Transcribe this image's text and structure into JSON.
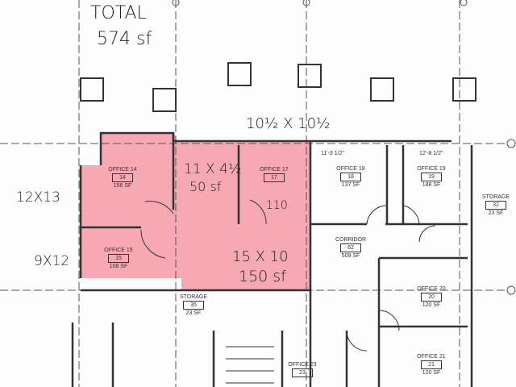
{
  "annotations": {
    "total_label": "TOTAL",
    "total_area": "574 sf",
    "dim_top": "10½ X 10½",
    "dim_middle": "11 X 4½",
    "area_middle": "50 sf",
    "office17_area": "110",
    "dim_bottom": "15 X 10",
    "area_bottom": "150 sf",
    "dim_office14": "12X13",
    "dim_office15": "9X12"
  },
  "rooms": [
    {
      "name": "OFFICE 14",
      "number": "14",
      "area": "156 SF"
    },
    {
      "name": "OFFICE 15",
      "number": "15",
      "area": "108 SF"
    },
    {
      "name": "OFFICE 17",
      "number": "17",
      "area": ""
    },
    {
      "name": "OFFICE 18",
      "number": "18",
      "area": "137 SF"
    },
    {
      "name": "OFFICE 19",
      "number": "19",
      "area": "188 SF"
    },
    {
      "name": "STORAGE",
      "number": "32",
      "area": "23 SF"
    },
    {
      "name": "CORRIDOR",
      "number": "62",
      "area": "509 SF"
    },
    {
      "name": "OFFICE 20",
      "number": "20",
      "area": "120 SF"
    },
    {
      "name": "OFFICE 21",
      "number": "21",
      "area": "120 SF"
    },
    {
      "name": "STORAGE",
      "number": "35",
      "area": "23 SF"
    },
    {
      "name": "OFFICE 23",
      "number": "23",
      "area": ""
    }
  ],
  "dimensions": {
    "office18_width": "11'-3 1/2\"",
    "office19_width": "12'-8 1/2\""
  },
  "colors": {
    "highlight": "#f49aa6",
    "lines": "#333333"
  }
}
